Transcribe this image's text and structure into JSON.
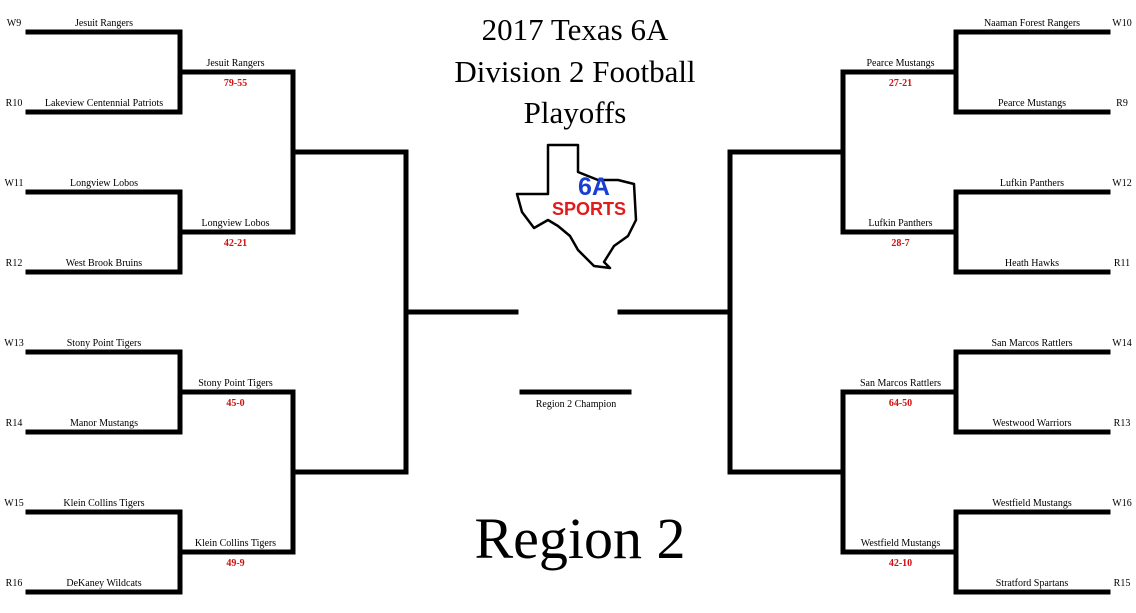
{
  "title_lines": [
    "2017 Texas 6A",
    "Division 2 Football",
    "Playoffs"
  ],
  "region_label": "Region 2",
  "champion_label": "Region 2 Champion",
  "logo": {
    "line1": "6A",
    "line2": "SPORTS",
    "line1_color": "#1a3fd0",
    "line2_color": "#e01b1b"
  },
  "score_color": "#d01010",
  "left": {
    "first_round": [
      {
        "seed": "W9",
        "team": "Jesuit Rangers"
      },
      {
        "seed": "R10",
        "team": "Lakeview Centennial Patriots"
      },
      {
        "seed": "W11",
        "team": "Longview Lobos"
      },
      {
        "seed": "R12",
        "team": "West Brook Bruins"
      },
      {
        "seed": "W13",
        "team": "Stony Point Tigers"
      },
      {
        "seed": "R14",
        "team": "Manor Mustangs"
      },
      {
        "seed": "W15",
        "team": "Klein Collins Tigers"
      },
      {
        "seed": "R16",
        "team": "DeKaney Wildcats"
      }
    ],
    "winners": [
      {
        "team": "Jesuit Rangers",
        "score": "79-55"
      },
      {
        "team": "Longview Lobos",
        "score": "42-21"
      },
      {
        "team": "Stony Point Tigers",
        "score": "45-0"
      },
      {
        "team": "Klein Collins Tigers",
        "score": "49-9"
      }
    ]
  },
  "right": {
    "first_round": [
      {
        "seed": "W10",
        "team": "Naaman Forest Rangers"
      },
      {
        "seed": "R9",
        "team": "Pearce Mustangs"
      },
      {
        "seed": "W12",
        "team": "Lufkin Panthers"
      },
      {
        "seed": "R11",
        "team": "Heath Hawks"
      },
      {
        "seed": "W14",
        "team": "San Marcos Rattlers"
      },
      {
        "seed": "R13",
        "team": "Westwood Warriors"
      },
      {
        "seed": "W16",
        "team": "Westfield Mustangs"
      },
      {
        "seed": "R15",
        "team": "Stratford Spartans"
      }
    ],
    "winners": [
      {
        "team": "Pearce Mustangs",
        "score": "27-21"
      },
      {
        "team": "Lufkin Panthers",
        "score": "28-7"
      },
      {
        "team": "San Marcos Rattlers",
        "score": "64-50"
      },
      {
        "team": "Westfield Mustangs",
        "score": "42-10"
      }
    ]
  }
}
